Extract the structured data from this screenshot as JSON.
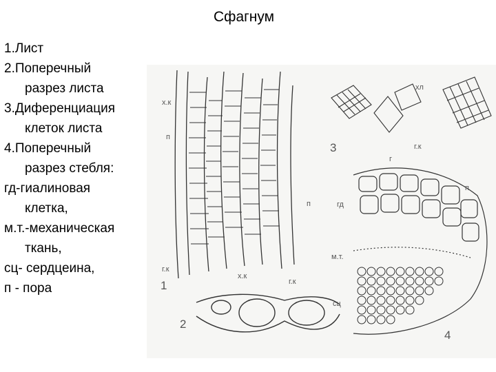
{
  "title": "Сфагнум",
  "legend": [
    [
      "1.Лист"
    ],
    [
      "2.Поперечный",
      "разрез листа"
    ],
    [
      "3.Диференциация",
      "клеток листа"
    ],
    [
      "4.Поперечный",
      "разрез стебля:"
    ],
    [
      "гд-гиалиновая",
      "клетка,"
    ],
    [
      "м.т.-механическая",
      "ткань,"
    ],
    [
      "сц- сердцеина,"
    ],
    [
      "п - пора"
    ]
  ],
  "figure": {
    "panel_numbers": [
      "1",
      "2",
      "3",
      "4"
    ],
    "labels": {
      "xk": "х.к",
      "p": "п",
      "gk": "г.к",
      "xl": "хл",
      "g": "г",
      "gd": "гд",
      "mt": "м.т.",
      "sc": "сц"
    }
  }
}
